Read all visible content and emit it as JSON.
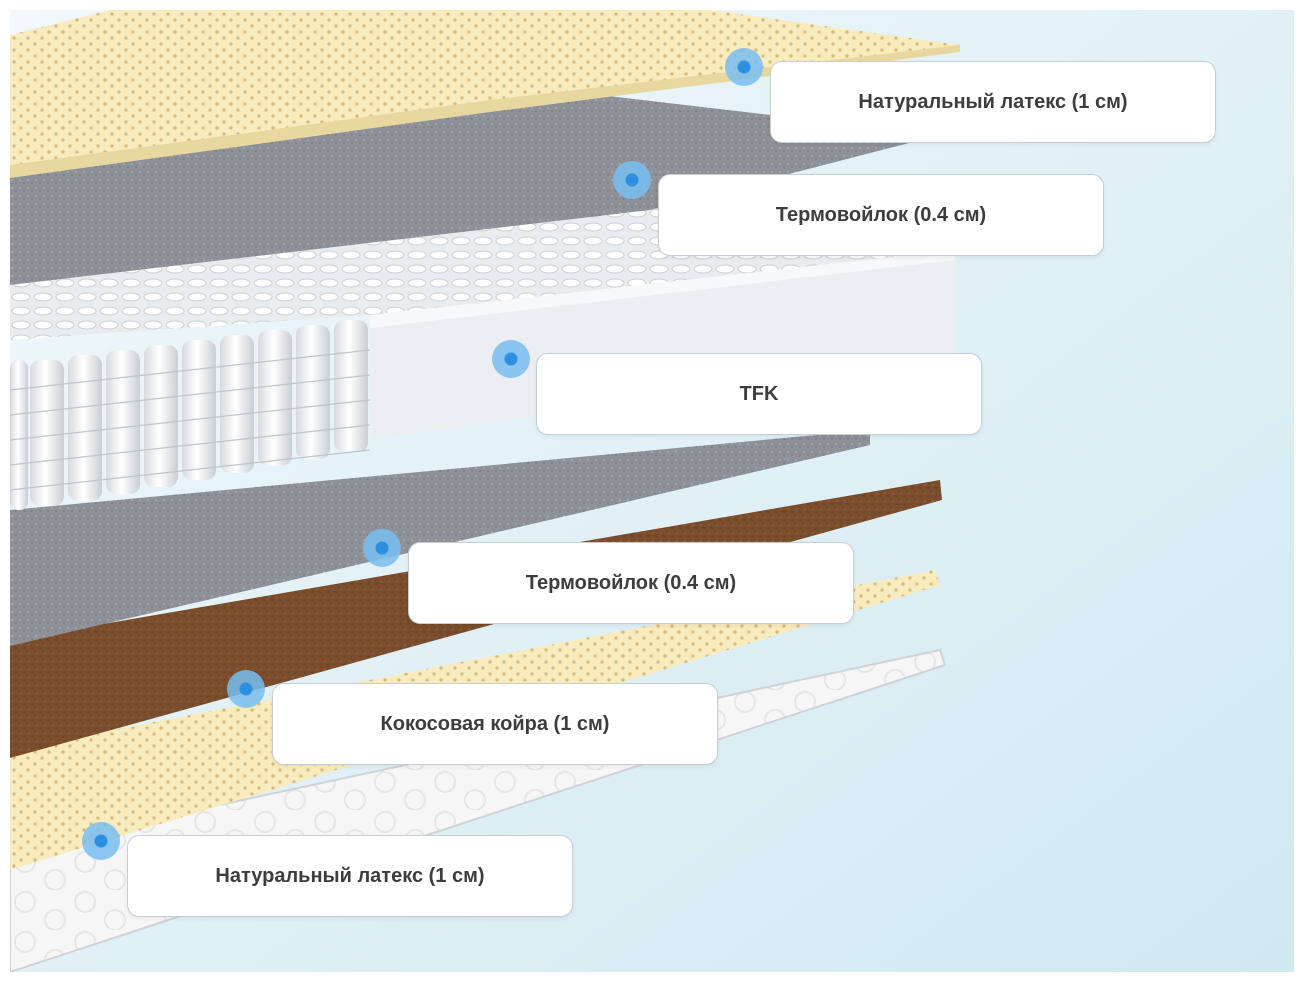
{
  "layers": [
    {
      "label": "Натуральный латекс (1 см)"
    },
    {
      "label": "Термовойлок (0.4 см)"
    },
    {
      "label": "TFK"
    },
    {
      "label": "Термовойлок (0.4 см)"
    },
    {
      "label": "Кокосовая койра (1 см)"
    },
    {
      "label": "Натуральный латекс (1 см)"
    }
  ],
  "colors": {
    "background_top": "#eaf4fa",
    "background_bottom": "#d6edf3",
    "latex": "#f8ecbe",
    "latex_dots": "#d9b87a",
    "felt": "#8f9399",
    "springs": "#f4f6f8",
    "foam": "#eef0f3",
    "coir": "#7a4e2c",
    "cover": "#f5f5f6",
    "marker": "#2d8fe0"
  }
}
